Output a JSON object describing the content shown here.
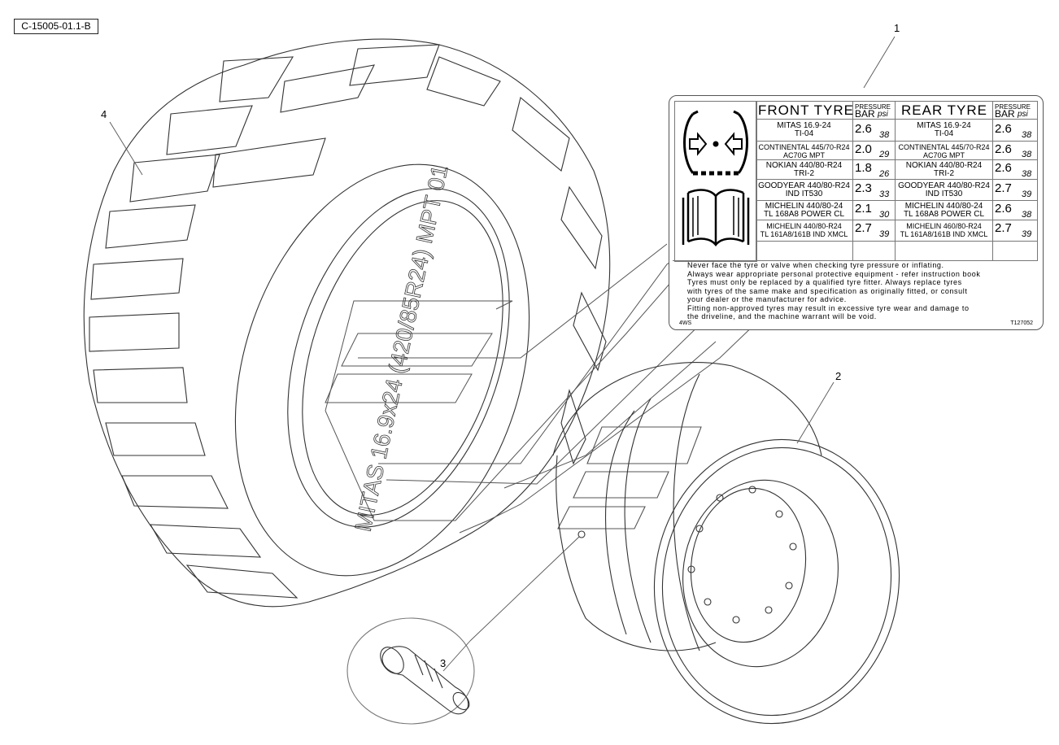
{
  "drawing_ref": "C-15005-01.1-B",
  "callouts": {
    "decal": "1",
    "rim": "2",
    "valve": "3",
    "tyre": "4"
  },
  "tyre_sidewall_text": "MITAS 16.9x24 (420/85R24) MPT 01",
  "decal": {
    "front_header": "FRONT TYRE",
    "rear_header": "REAR TYRE",
    "pressure_label": "PRESSURE",
    "bar_label": "BAR",
    "psi_label": "psi",
    "rows": [
      {
        "front_tyre": "MITAS  16.9-24\nTI-04",
        "front_bar": "2.6",
        "front_psi": "38",
        "rear_tyre": "MITAS  16.9-24\nTI-04",
        "rear_bar": "2.6",
        "rear_psi": "38"
      },
      {
        "front_tyre": "CONTINENTAL  445/70-R24\nAC70G  MPT",
        "front_bar": "2.0",
        "front_psi": "29",
        "rear_tyre": "CONTINENTAL  445/70-R24\nAC70G  MPT",
        "rear_bar": "2.6",
        "rear_psi": "38"
      },
      {
        "front_tyre": "NOKIAN  440/80-R24\nTRI-2",
        "front_bar": "1.8",
        "front_psi": "26",
        "rear_tyre": "NOKIAN  440/80-R24\nTRI-2",
        "rear_bar": "2.6",
        "rear_psi": "38"
      },
      {
        "front_tyre": "GOODYEAR  440/80-R24\nIND  IT530",
        "front_bar": "2.3",
        "front_psi": "33",
        "rear_tyre": "GOODYEAR  440/80-R24\nIND  IT530",
        "rear_bar": "2.7",
        "rear_psi": "39"
      },
      {
        "front_tyre": "MICHELIN  440/80-24\nTL  168A8  POWER  CL",
        "front_bar": "2.1",
        "front_psi": "30",
        "rear_tyre": "MICHELIN  440/80-24\nTL  168A8  POWER  CL",
        "rear_bar": "2.6",
        "rear_psi": "38"
      },
      {
        "front_tyre": "MICHELIN  440/80-R24\nTL  161A8/161B  IND  XMCL",
        "front_bar": "2.7",
        "front_psi": "39",
        "rear_tyre": "MICHELIN  460/80-R24\nTL  161A8/161B  IND  XMCL",
        "rear_bar": "2.7",
        "rear_psi": "39"
      }
    ],
    "warning_lines": [
      "Never face the tyre or valve when checking tyre pressure or inflating.",
      "Always wear appropriate personal protective equipment - refer instruction book",
      "Tyres must only be replaced by a qualified tyre fitter. Always replace tyres",
      "with tyres of the same make and specification as originally fitted, or consult",
      "your dealer or the manufacturer for advice.",
      "Fitting non-approved tyres may result in excessive tyre wear and damage to",
      "the driveline, and the machine warrant  will be void."
    ],
    "footer_left": "4WS",
    "footer_right": "T127052"
  }
}
